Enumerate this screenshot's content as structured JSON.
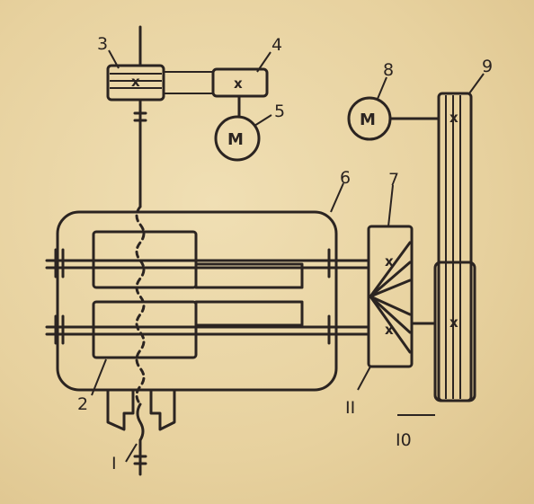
{
  "labels": {
    "l1": "I",
    "l2": "2",
    "l3": "3",
    "l4": "4",
    "l5": "5",
    "l6": "6",
    "l7": "7",
    "l8": "8",
    "l9": "9",
    "l10": "I0",
    "l11": "II"
  },
  "motor_symbol": "M",
  "axis_mark": "x",
  "colors": {
    "ink": "#2b2421",
    "paper": "#ead6a6"
  }
}
